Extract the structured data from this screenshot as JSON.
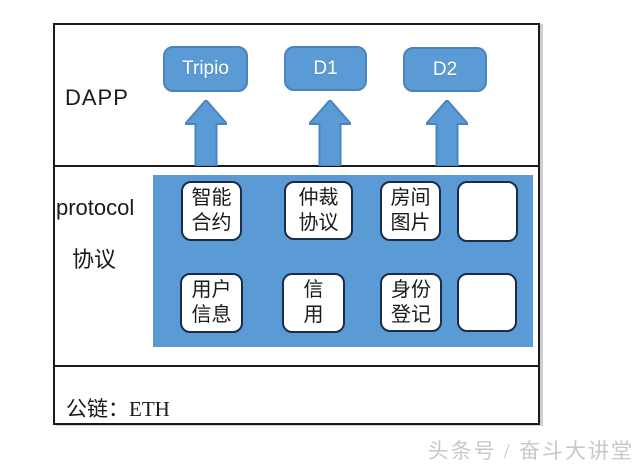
{
  "colors": {
    "blue": "#5B9BD5",
    "blue_border": "#4A84BF",
    "module_border": "#1C2B4A",
    "line": "#1A1A1A",
    "watermark_gray": "#C8C8C8"
  },
  "dapp": {
    "label": "DAPP",
    "apps": [
      {
        "label": "Tripio"
      },
      {
        "label": "D1"
      },
      {
        "label": "D2"
      }
    ]
  },
  "protocol": {
    "label_en": "protocol",
    "label_zh": "协议",
    "modules": [
      {
        "label": "智能\n合约"
      },
      {
        "label": "仲裁\n协议"
      },
      {
        "label": "房间\n图片"
      },
      {
        "label": ""
      },
      {
        "label": "用户\n信息"
      },
      {
        "label": "信\n用"
      },
      {
        "label": "身份\n登记"
      },
      {
        "label": ""
      }
    ]
  },
  "chain": {
    "label": "公链：ETH"
  },
  "watermark": {
    "text": "头条号 / 奋斗大讲堂"
  }
}
